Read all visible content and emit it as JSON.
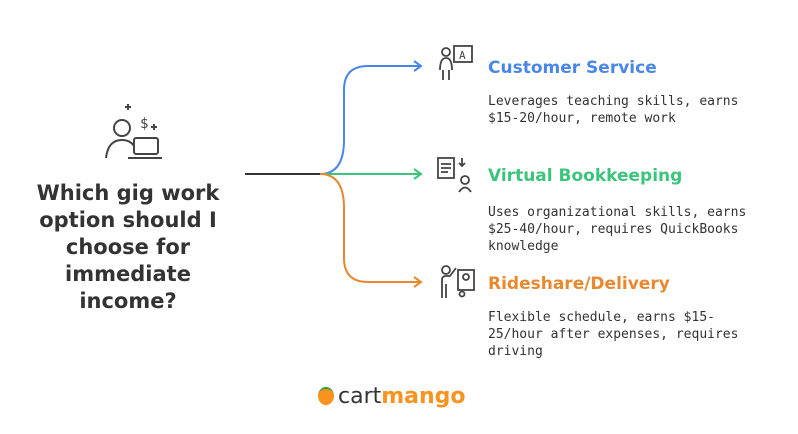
{
  "question": "Which gig work option should I choose for immediate income?",
  "options": [
    {
      "title": "Customer Service",
      "description": "Leverages teaching skills, earns $15-20/hour, remote work",
      "color": "#4a86e8",
      "icon": "teacher-icon"
    },
    {
      "title": "Virtual Bookkeeping",
      "description": "Uses organizational skills, earns $25-40/hour, requires QuickBooks knowledge",
      "color": "#3cc47c",
      "icon": "clipboard-person-icon"
    },
    {
      "title": "Rideshare/Delivery",
      "description": "Flexible schedule, earns $15-25/hour after expenses, requires driving",
      "color": "#e8892f",
      "icon": "driver-icon"
    }
  ],
  "logo": {
    "part1": "cart",
    "part2": "mango"
  }
}
